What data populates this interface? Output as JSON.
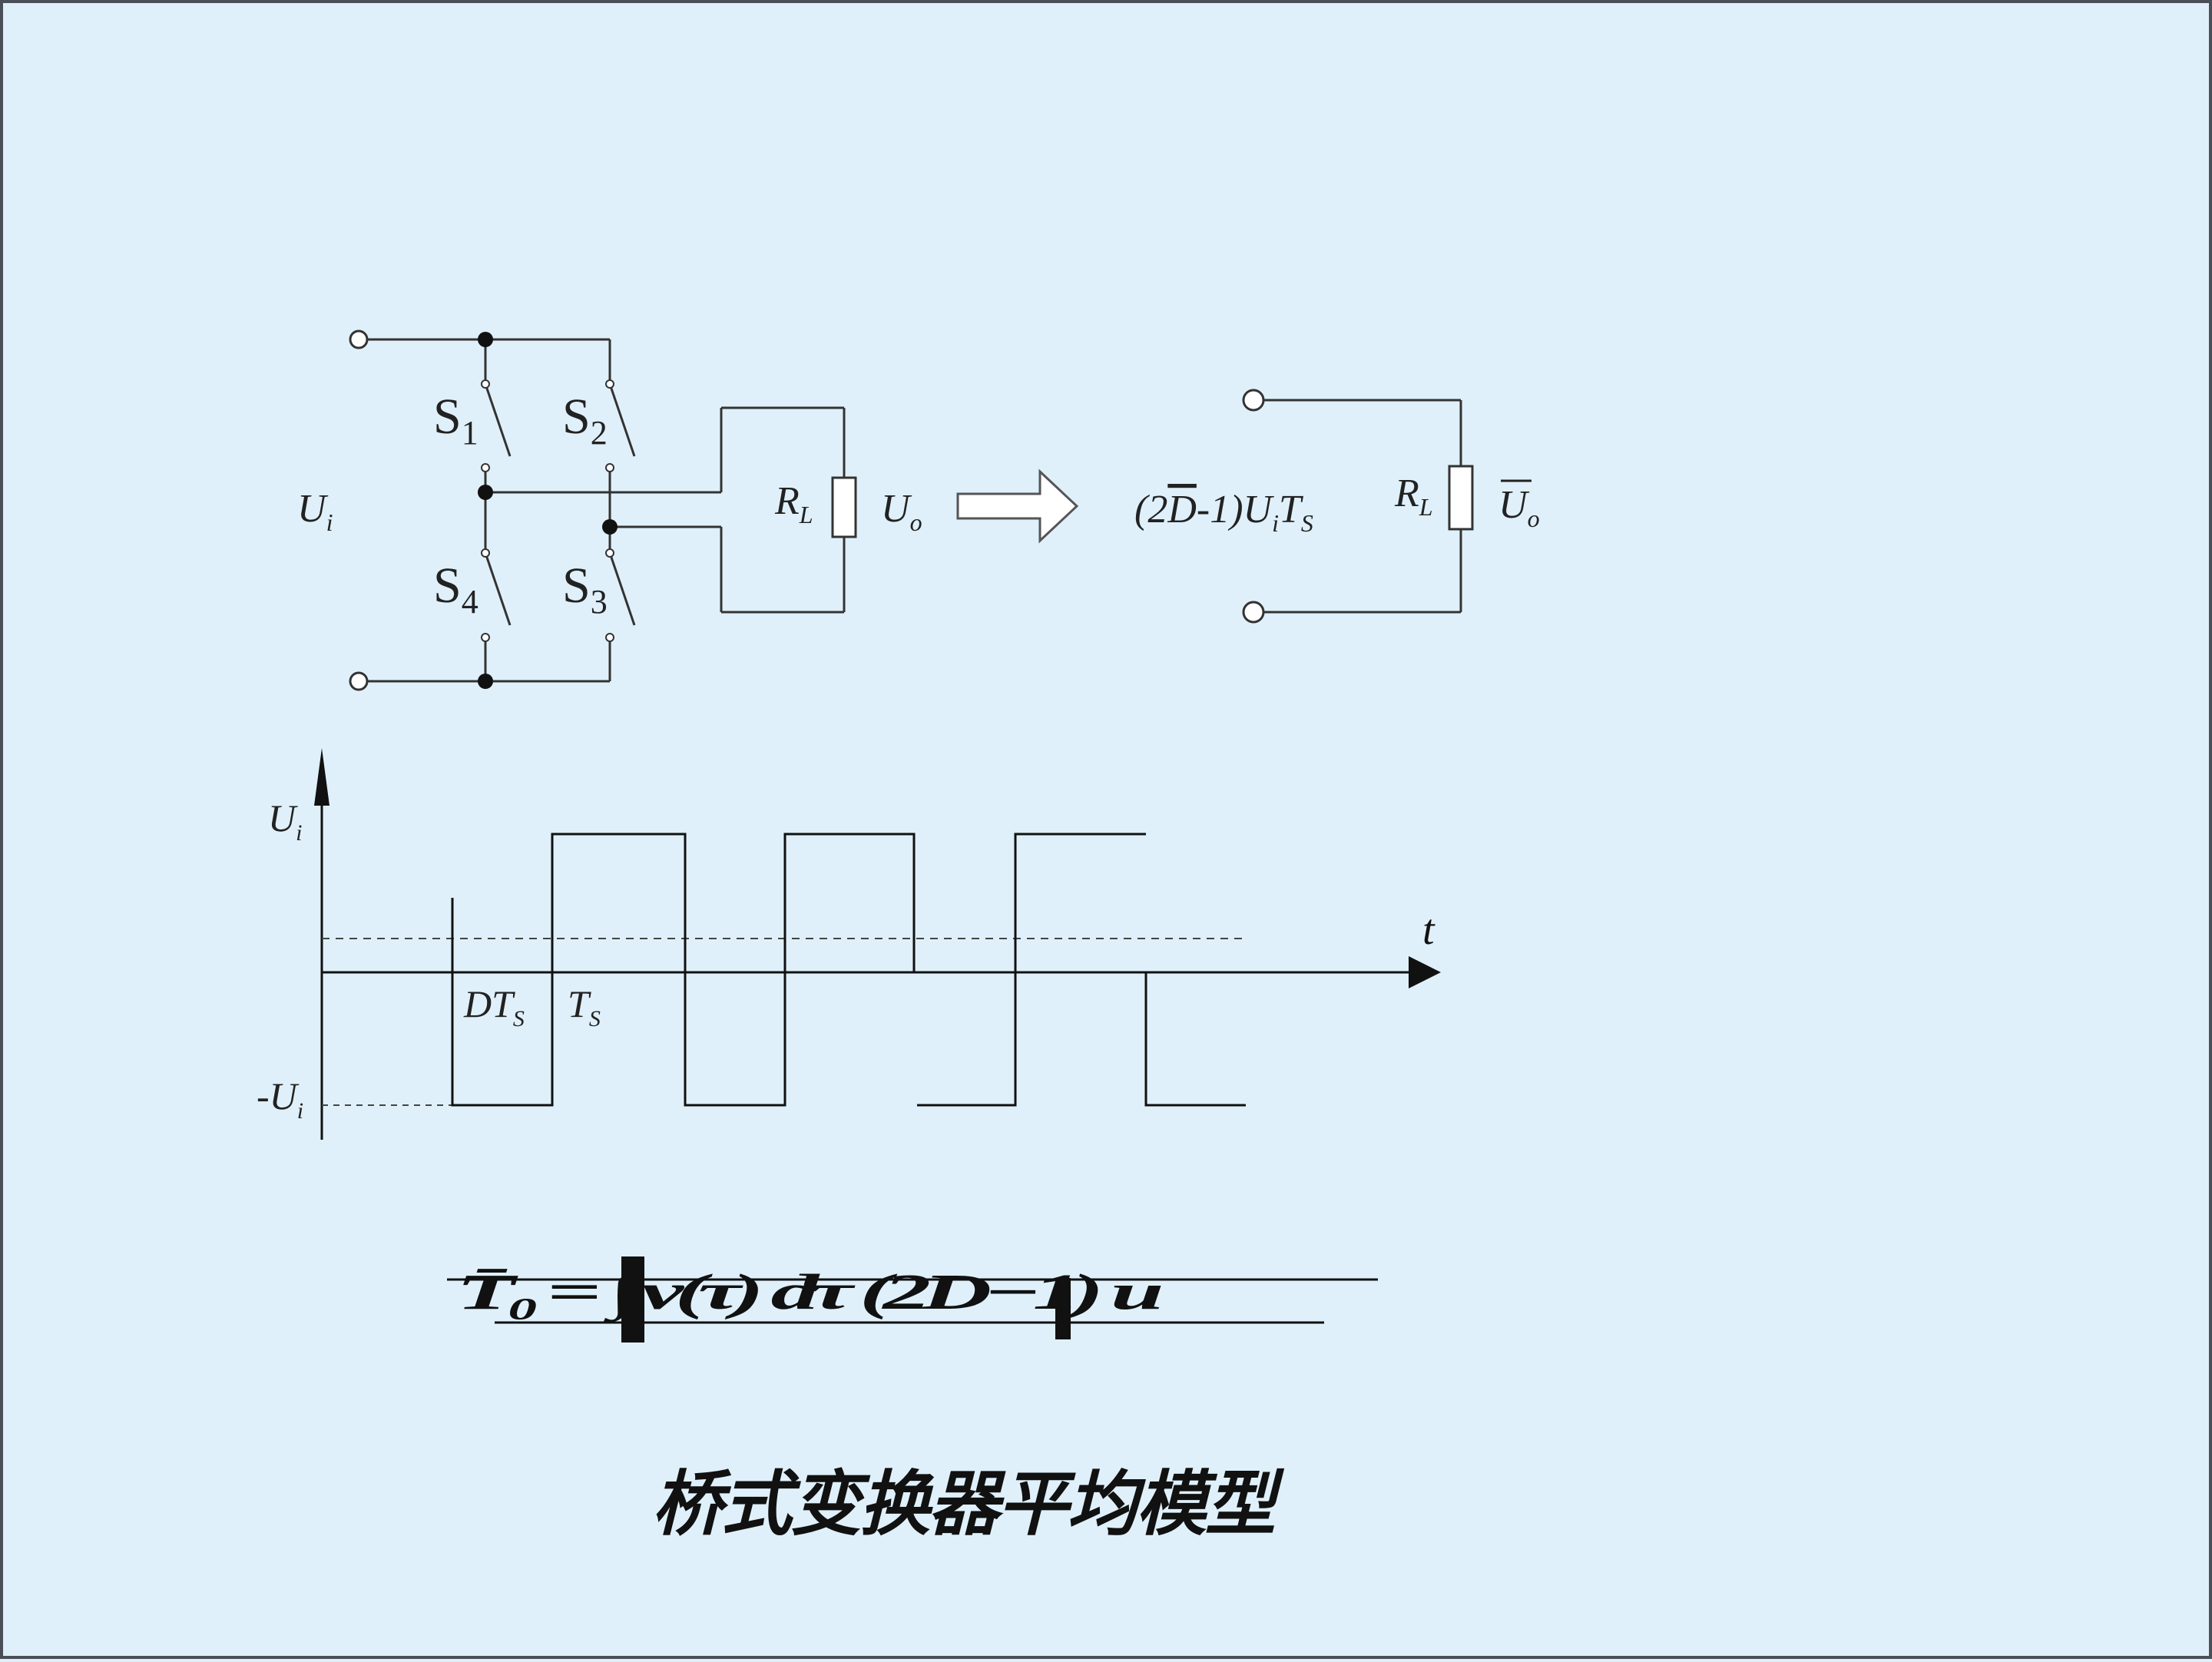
{
  "caption": "桥式变换器平均模型",
  "bridge": {
    "input": {
      "base": "U",
      "sub": "i"
    },
    "switches": [
      {
        "base": "S",
        "sub": "1"
      },
      {
        "base": "S",
        "sub": "2"
      },
      {
        "base": "S",
        "sub": "3"
      },
      {
        "base": "S",
        "sub": "4"
      }
    ],
    "load": {
      "base": "R",
      "sub": "L"
    },
    "output": {
      "base": "U",
      "sub": "o"
    }
  },
  "average_model": {
    "source_pre": "(2",
    "source_d": "D",
    "source_mid": "-1)U",
    "source_sub_i": "i",
    "source_t": "T",
    "source_sub_s": "S",
    "load": {
      "base": "R",
      "sub": "L"
    },
    "output": {
      "base": "U",
      "sub": "o"
    }
  },
  "waveform": {
    "y_top": {
      "base": "U",
      "sub": "i"
    },
    "y_bottom": {
      "base": "-U",
      "sub": "i"
    },
    "t_axis": "t",
    "dts": {
      "base": "DT",
      "sub": "S"
    },
    "ts": {
      "base": "T",
      "sub": "S"
    }
  },
  "formula_garbled": "T̄₀ = ∫ v(τ) dτ (2D−1) u"
}
